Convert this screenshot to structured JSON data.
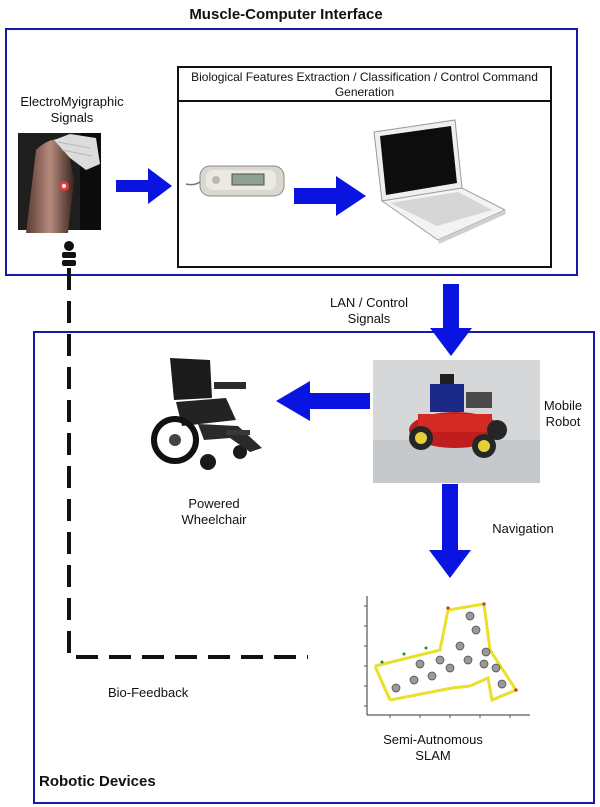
{
  "mci": {
    "title": "Muscle-Computer Interface",
    "emg_label": "ElectroMyigraphic Signals",
    "processing_label": "Biological Features Extraction / Classification / Control Command Generation"
  },
  "link": {
    "lan_label": "LAN / Control Signals"
  },
  "robotic": {
    "title": "Robotic Devices",
    "wheelchair_label": "Powered Wheelchair",
    "robot_label": "Mobile Robot",
    "navigation_label": "Navigation",
    "slam_label": "Semi-Autnomous SLAM",
    "biofeedback_label": "Bio-Feedback"
  },
  "colors": {
    "frame_blue": "#1a1aa6",
    "arrow_blue": "#0a14e0"
  }
}
